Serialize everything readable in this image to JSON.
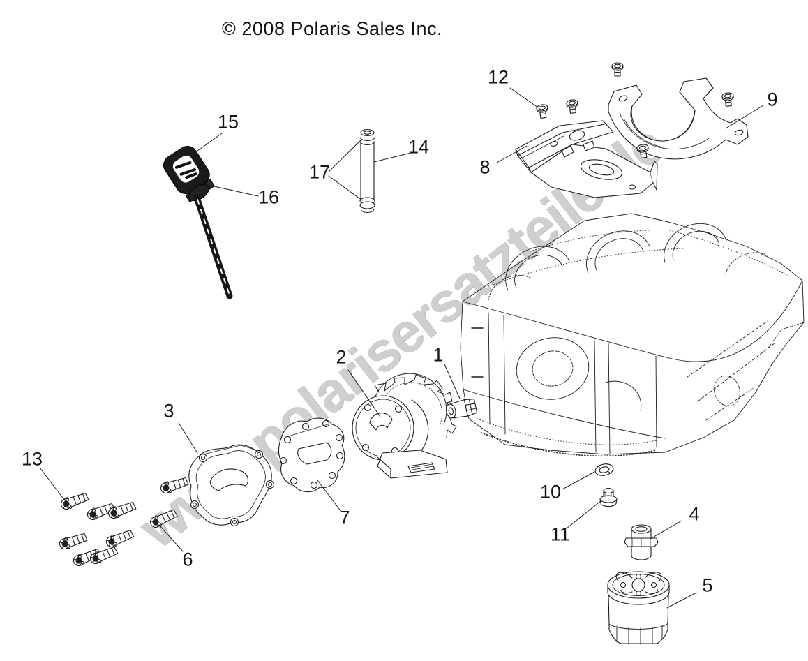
{
  "page": {
    "title": "© 2008 Polaris Sales Inc.",
    "watermark": "www.polarisersatzteile.de"
  },
  "callouts": [
    {
      "label": "1"
    },
    {
      "label": "2"
    },
    {
      "label": "3"
    },
    {
      "label": "4"
    },
    {
      "label": "5"
    },
    {
      "label": "6"
    },
    {
      "label": "7"
    },
    {
      "label": "8"
    },
    {
      "label": "9"
    },
    {
      "label": "10"
    },
    {
      "label": "11"
    },
    {
      "label": "12"
    },
    {
      "label": "13"
    },
    {
      "label": "14"
    },
    {
      "label": "15"
    },
    {
      "label": "16"
    },
    {
      "label": "17"
    }
  ]
}
